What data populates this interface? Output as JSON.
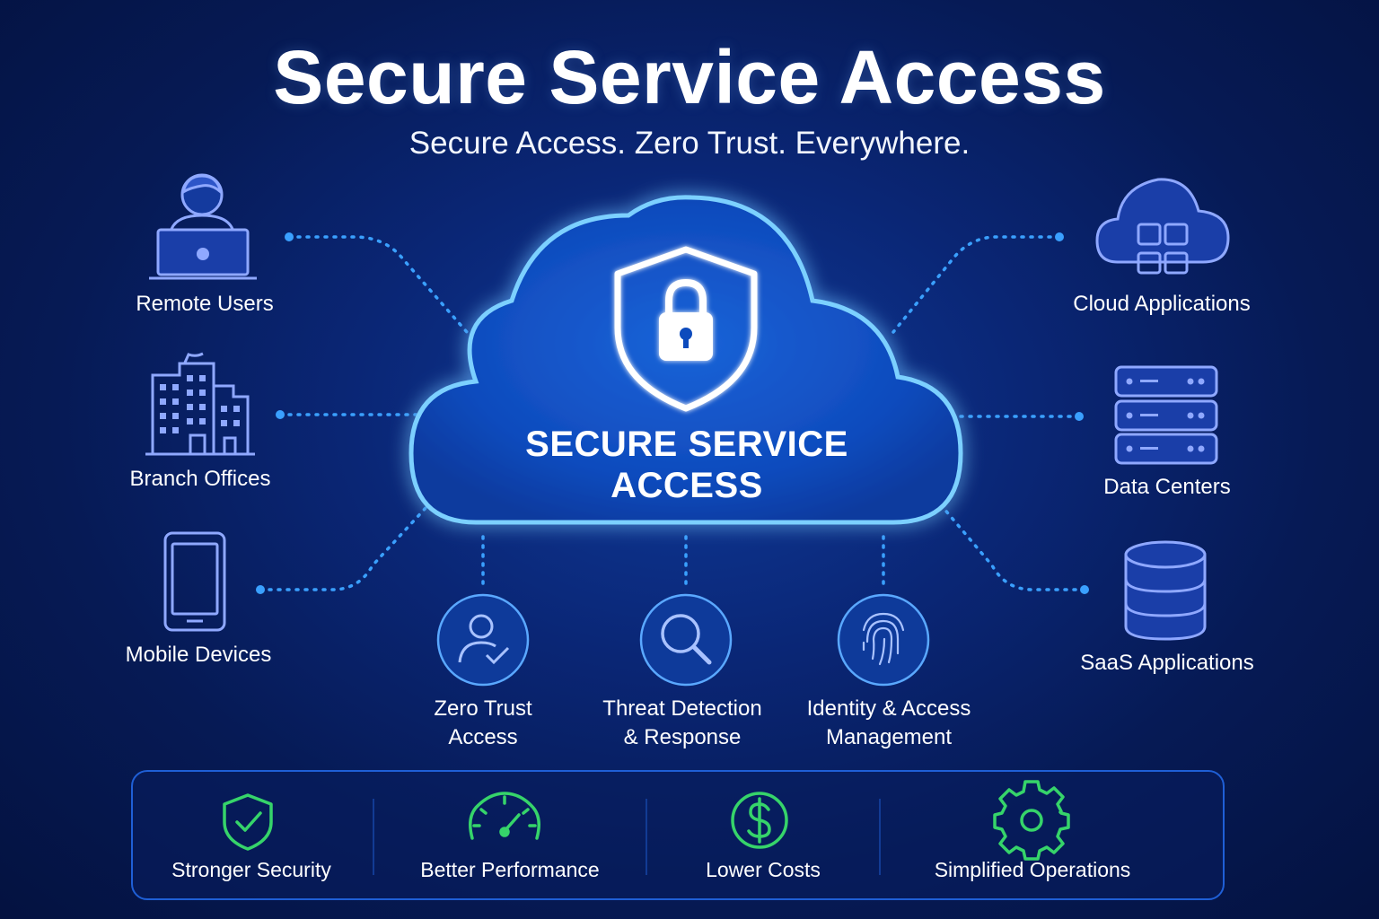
{
  "header": {
    "title": "Secure Service Access",
    "subtitle": "Secure Access. Zero Trust. Everywhere."
  },
  "center": {
    "line1": "SECURE SERVICE",
    "line2": "ACCESS",
    "icon": "shield-lock-icon"
  },
  "left_nodes": [
    {
      "label": "Remote Users",
      "icon": "remote-user-laptop-icon"
    },
    {
      "label": "Branch Offices",
      "icon": "office-building-icon"
    },
    {
      "label": "Mobile Devices",
      "icon": "smartphone-icon"
    }
  ],
  "right_nodes": [
    {
      "label": "Cloud Applications",
      "icon": "cloud-apps-icon"
    },
    {
      "label": "Data Centers",
      "icon": "server-rack-icon"
    },
    {
      "label": "SaaS Applications",
      "icon": "database-icon"
    }
  ],
  "capabilities": [
    {
      "line1": "Zero Trust",
      "line2": "Access",
      "icon": "user-check-icon"
    },
    {
      "line1": "Threat Detection",
      "line2": "& Response",
      "icon": "magnifier-icon"
    },
    {
      "line1": "Identity & Access",
      "line2": "Management",
      "icon": "fingerprint-icon"
    }
  ],
  "benefits": [
    {
      "label": "Stronger Security",
      "icon": "shield-check-icon"
    },
    {
      "label": "Better Performance",
      "icon": "speedometer-icon"
    },
    {
      "label": "Lower Costs",
      "icon": "dollar-icon"
    },
    {
      "label": "Simplified Operations",
      "icon": "gear-icon"
    }
  ],
  "colors": {
    "background": "#061a55",
    "accent_blue": "#3aa0ff",
    "icon_line": "#8fa8ff",
    "benefit_green": "#36d46a",
    "border": "#1f5fd6"
  }
}
